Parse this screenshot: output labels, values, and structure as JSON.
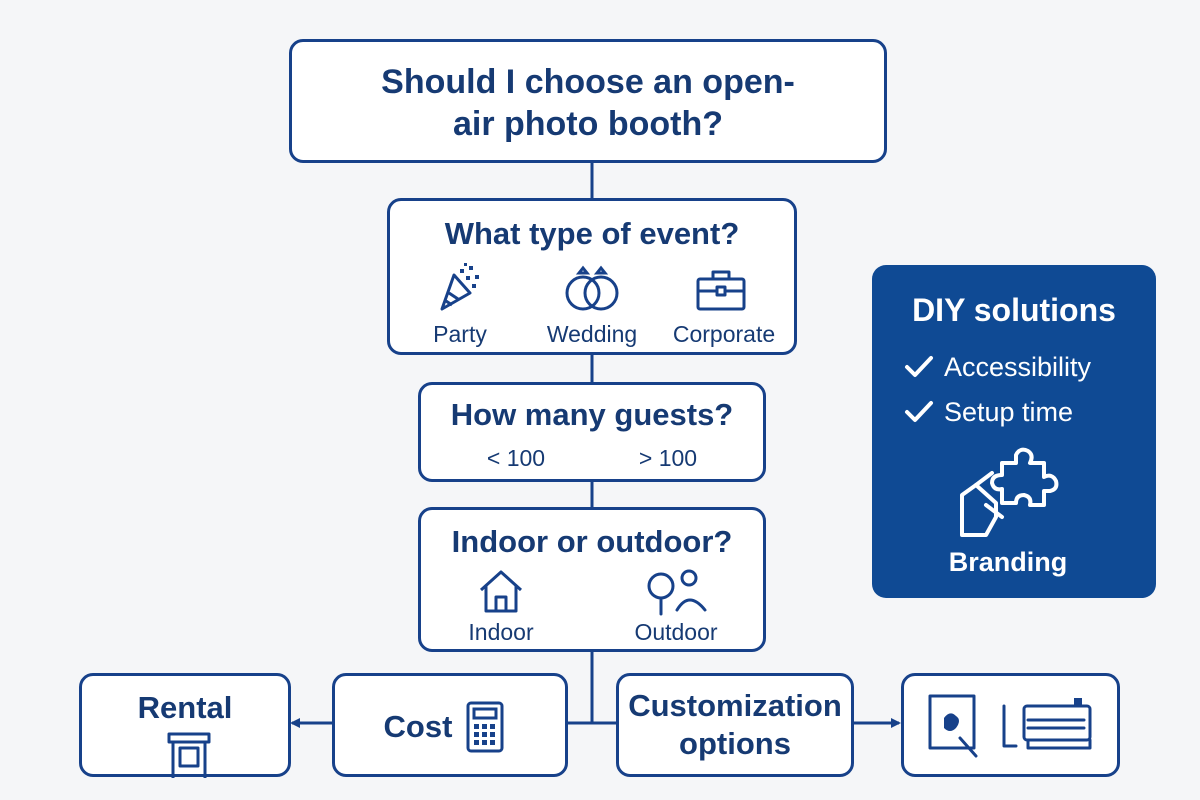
{
  "colors": {
    "primary": "#17418a",
    "text": "#163a73",
    "panel": "#0f4a94",
    "background": "#f5f6f8"
  },
  "title": {
    "line1": "Should I choose an open-",
    "line2": "air photo booth?"
  },
  "event_type": {
    "question": "What type of event?",
    "options": [
      {
        "label": "Party",
        "icon": "party-popper-icon"
      },
      {
        "label": "Wedding",
        "icon": "wedding-rings-icon"
      },
      {
        "label": "Corporate",
        "icon": "briefcase-icon"
      }
    ]
  },
  "guests": {
    "question": "How many guests?",
    "options": [
      "< 100",
      "> 100"
    ]
  },
  "location": {
    "question": "Indoor or outdoor?",
    "options": [
      {
        "label": "Indoor",
        "icon": "house-icon"
      },
      {
        "label": "Outdoor",
        "icon": "tree-person-icon"
      }
    ]
  },
  "bottom": {
    "rental": {
      "label": "Rental",
      "icon": "photo-booth-icon"
    },
    "cost": {
      "label": "Cost",
      "icon": "calculator-icon"
    },
    "customization": {
      "line1": "Customization",
      "line2": "options"
    },
    "print": {
      "icon": "print-setup-icon"
    }
  },
  "diy": {
    "title": "DIY solutions",
    "items": [
      "Accessibility",
      "Setup time"
    ],
    "branding_icon": "puzzle-hand-icon",
    "branding_label": "Branding"
  }
}
